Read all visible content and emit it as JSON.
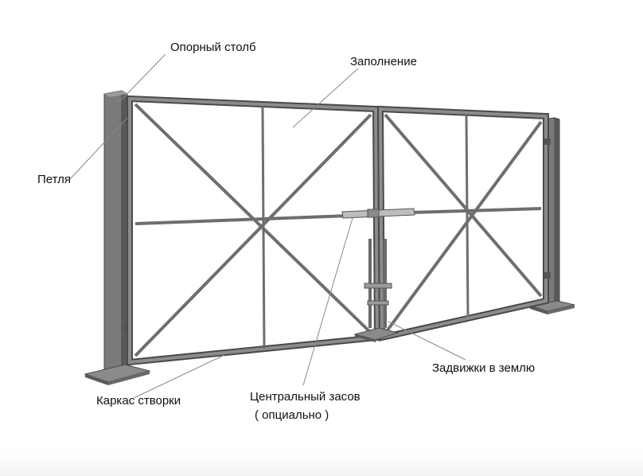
{
  "labels": {
    "support_post": "Опорный столб",
    "infill": "Заполнение",
    "hinge": "Петля",
    "leaf_frame": "Каркас створки",
    "central_latch": "Центральный засов",
    "central_latch_note": "( опциально )",
    "ground_bolts": "Задвижки в землю"
  },
  "colors": {
    "metal": "#707070",
    "metal_dark": "#4a4a4a",
    "metal_light": "#9a9a9a",
    "leader": "#888888",
    "text": "#111111"
  }
}
